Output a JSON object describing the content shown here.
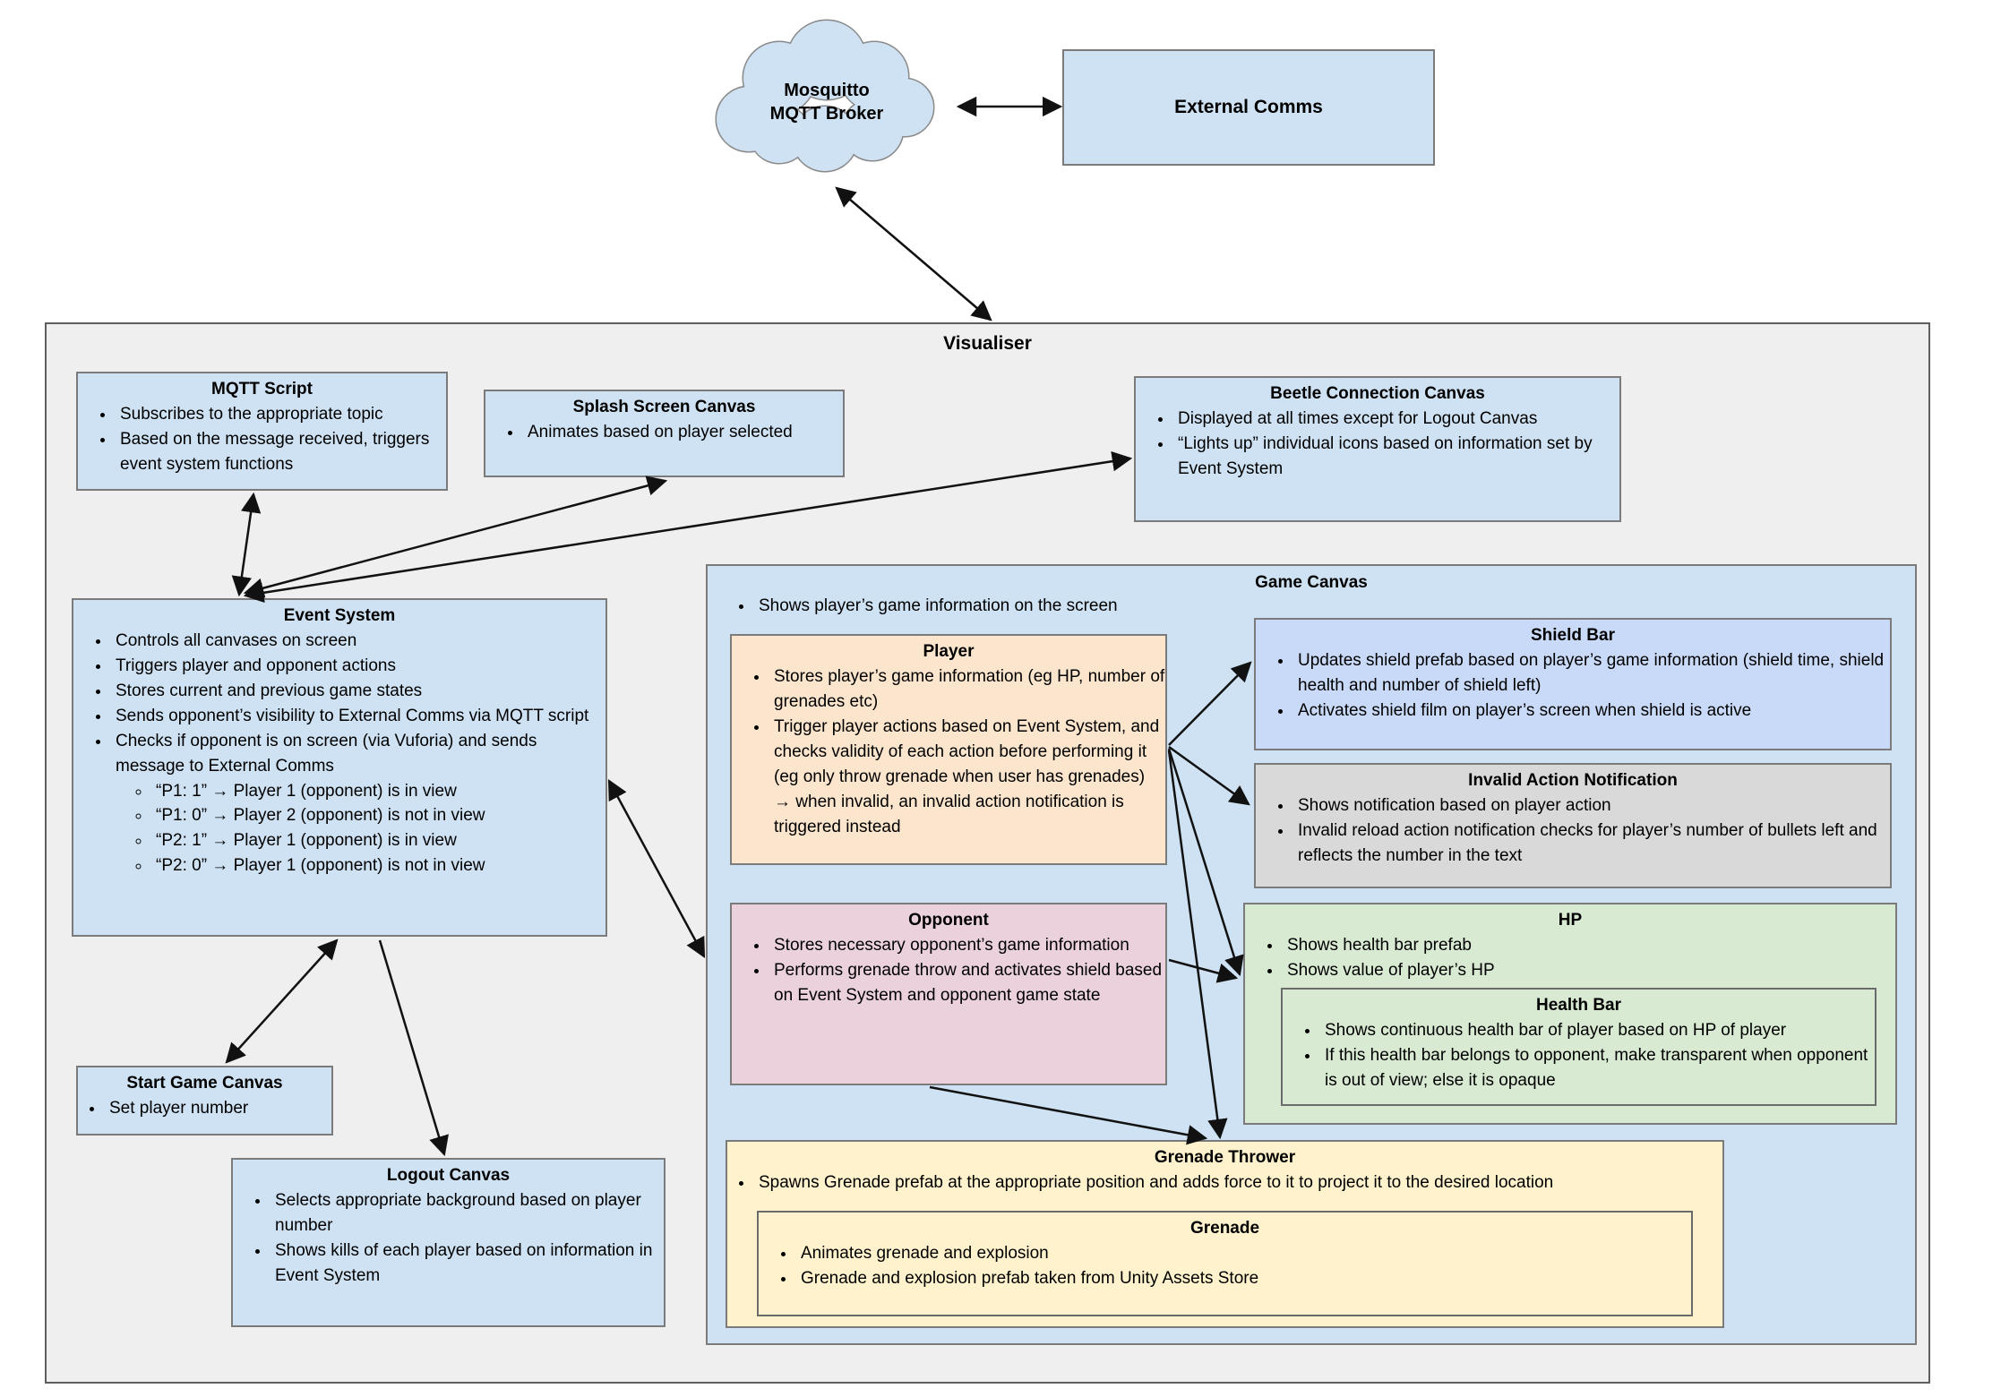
{
  "colors": {
    "light_blue": "#cfe2f3",
    "container_gray": "#efefef",
    "peach": "#fce5cd",
    "pink": "#ead1dc",
    "periwinkle": "#c9daf8",
    "gray": "#d9d9d9",
    "green": "#d9ead3",
    "yellow": "#fff2cc",
    "border_gray": "#7b7b7b",
    "arrow_black": "#111111"
  },
  "broker": {
    "line1": "Mosquitto",
    "line2": "MQTT Broker"
  },
  "external_comms": {
    "title": "External Comms"
  },
  "visualiser": {
    "title": "Visualiser"
  },
  "mqtt_script": {
    "title": "MQTT Script",
    "bullets": [
      "Subscribes to the appropriate topic",
      "Based on the message received, triggers event system functions"
    ]
  },
  "splash_screen_canvas": {
    "title": "Splash Screen Canvas",
    "bullets": [
      "Animates based on player selected"
    ]
  },
  "beetle_connection_canvas": {
    "title": "Beetle Connection Canvas",
    "bullets": [
      "Displayed at all times except for Logout Canvas",
      "“Lights up” individual icons based on information set by Event System"
    ]
  },
  "event_system": {
    "title": "Event System",
    "bullets": [
      "Controls all canvases on screen",
      "Triggers player and opponent actions",
      "Stores current and previous game states",
      "Sends opponent’s visibility to External Comms via MQTT script",
      "Checks if opponent is on screen (via Vuforia) and sends message to External Comms"
    ],
    "sub_bullets": [
      "“P1: 1” → Player 1 (opponent) is in view",
      "“P1: 0” → Player 2 (opponent) is not in view",
      "“P2: 1” → Player 1 (opponent) is in view",
      "“P2: 0” → Player 1 (opponent) is not in view"
    ]
  },
  "game_canvas": {
    "title": "Game Canvas",
    "bullets": [
      "Shows player’s game information on the screen"
    ]
  },
  "player": {
    "title": "Player",
    "bullets": [
      "Stores player’s game information (eg HP, number of grenades etc)",
      "Trigger player actions based on Event System, and checks validity of each action before performing it (eg only throw grenade when user has grenades) → when invalid, an invalid action notification is triggered instead"
    ]
  },
  "opponent": {
    "title": "Opponent",
    "bullets": [
      "Stores necessary opponent’s game information",
      "Performs grenade throw and activates shield based on Event System and opponent game state"
    ]
  },
  "shield_bar": {
    "title": "Shield Bar",
    "bullets": [
      "Updates shield prefab based on player’s game information (shield time, shield health and number of shield left)",
      "Activates shield film on player’s screen when shield is active"
    ]
  },
  "invalid_action_notification": {
    "title": "Invalid Action Notification",
    "bullets": [
      "Shows notification based on player action",
      "Invalid reload action notification checks for player’s number of bullets left and reflects the number in the text"
    ]
  },
  "hp": {
    "title": "HP",
    "bullets": [
      "Shows health bar prefab",
      "Shows value of player’s HP"
    ]
  },
  "health_bar": {
    "title": "Health Bar",
    "bullets": [
      "Shows continuous health bar of player based on HP of player",
      "If this health bar belongs to opponent, make transparent when opponent is out of view; else it is opaque"
    ]
  },
  "grenade_thrower": {
    "title": "Grenade Thrower",
    "bullets": [
      "Spawns Grenade prefab at the appropriate position and adds force to it to project it to the desired location"
    ]
  },
  "grenade": {
    "title": "Grenade",
    "bullets": [
      "Animates grenade and explosion",
      "Grenade and explosion prefab taken from Unity Assets Store"
    ]
  },
  "start_game_canvas": {
    "title": "Start Game Canvas",
    "bullets": [
      "Set player number"
    ]
  },
  "logout_canvas": {
    "title": "Logout Canvas",
    "bullets": [
      "Selects appropriate background based on player number",
      "Shows kills of each player based on information in Event System"
    ]
  }
}
